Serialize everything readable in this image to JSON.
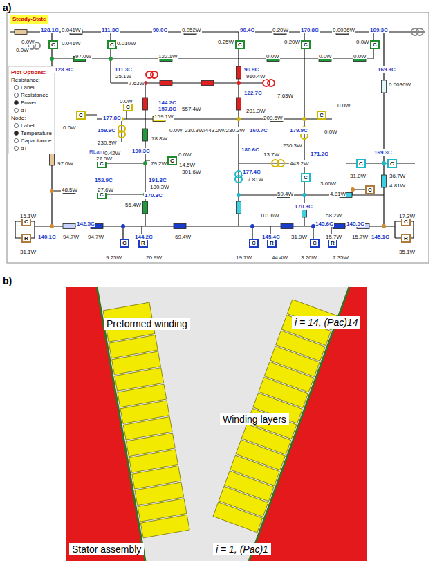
{
  "diagram": {
    "nodes": [
      {
        "text": [
          "Steady-State"
        ]
      },
      {
        "text": [
          "Plot Options:",
          "Resistance:",
          "Label",
          "Resistance",
          "Power",
          "dT",
          "Node:",
          "Label",
          "Temperature",
          "Capacitance",
          "dT"
        ]
      },
      {
        "text": [
          "C"
        ]
      },
      {
        "text": [
          "C"
        ]
      },
      {
        "text": [
          "C"
        ]
      },
      {
        "text": [
          "C"
        ]
      },
      {
        "text": [
          "C"
        ]
      },
      {
        "text": [
          "C"
        ]
      },
      {
        "text": [
          "C"
        ]
      },
      {
        "text": [
          "C"
        ]
      },
      {
        "text": [
          "C"
        ]
      },
      {
        "text": [
          "C"
        ]
      },
      {
        "text": [
          "C"
        ]
      },
      {
        "text": [
          "C"
        ]
      },
      {
        "text": [
          "C"
        ]
      },
      {
        "text": [
          "C"
        ]
      },
      {
        "text": [
          "C"
        ]
      },
      {
        "text": [
          "C"
        ]
      },
      {
        "text": [
          "C"
        ]
      },
      {
        "text": [
          "R"
        ]
      },
      {
        "text": [
          "R"
        ]
      },
      {
        "text": [
          "C"
        ]
      },
      {
        "text": [
          "R"
        ]
      },
      {
        "text": [
          "C"
        ]
      },
      {
        "text": [
          "R"
        ]
      },
      {
        "text": [
          "C"
        ]
      },
      {
        "text": [
          "R"
        ]
      }
    ],
    "labels": [
      "a)",
      "0.0W",
      "0.0W",
      "128.1C",
      "0.041W",
      "111.3C",
      "90.0C",
      "0.052W",
      "90.4C",
      "0.20W",
      "170.8C",
      "0.0036W",
      "169.3C",
      "0.041W",
      "0.010W",
      "0.25W",
      "0.20W",
      "0.0W",
      "97.0W",
      "122.1W",
      "0.0W",
      "0.0W",
      "0.0W",
      "128.3C",
      "111.3C",
      "90.9C",
      "169.3C",
      "25.1W",
      "7.63W",
      "910.4W",
      "122.7C",
      "7.63W",
      "0.0W",
      "144.2C",
      "157.8C",
      "557.4W",
      "281.3W",
      "0.0036W",
      "0.0W",
      "177.8C",
      "159.1W",
      "209.5W",
      "0.0W",
      "159.6C",
      "0.0W",
      "230.3W/443.2W/230.3W",
      "160.7C",
      "179.9C",
      "0.0W",
      "78.8W",
      "230.3W",
      "230.3W",
      "180.6C",
      "RLam",
      "0.42W",
      "190.3C",
      "0.0W",
      "13.7W",
      "171.2C",
      "169.3C",
      "27.5W",
      "79.2W",
      "97.0W",
      "443.2W",
      "14.5W",
      "177.4C",
      "301.6W",
      "31.8W",
      "36.7W",
      "7.81W",
      "152.9C",
      "191.3C",
      "3.66W",
      "4.81W",
      "180.3W",
      "48.5W",
      "27.6W",
      "59.4W",
      "4.81W",
      "170.3C",
      "55.4W",
      "170.3C",
      "101.6W",
      "58.2W",
      "15.1W",
      "17.3W",
      "142.5C",
      "145.6C",
      "145.5C",
      "140.1C",
      "94.7W",
      "94.7W",
      "144.2C",
      "69.4W",
      "145.4C",
      "31.9W",
      "15.7W",
      "15.7W",
      "145.1C",
      "31.1W",
      "35.1W",
      "9.25W",
      "20.9W",
      "19.7W",
      "44.4W",
      "3.26W",
      "7.35W",
      "b)",
      "Preformed winding",
      "i = 14, (Pac)14",
      "Winding layers",
      "Stator assembly",
      "i = 1, (Pac)1"
    ]
  }
}
